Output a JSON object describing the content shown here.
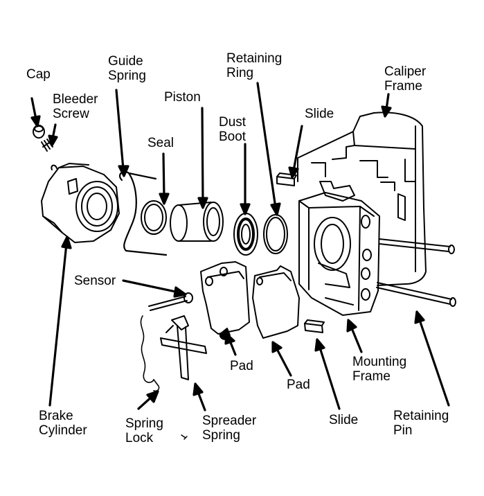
{
  "labels": {
    "cap": [
      "Cap"
    ],
    "bleeder_screw": [
      "Bleeder",
      "Screw"
    ],
    "guide_spring": [
      "Guide",
      "Spring"
    ],
    "seal": [
      "Seal"
    ],
    "piston": [
      "Piston"
    ],
    "retaining_ring": [
      "Retaining",
      "Ring"
    ],
    "dust_boot": [
      "Dust",
      "Boot"
    ],
    "slide_top": [
      "Slide"
    ],
    "caliper_frame": [
      "Caliper",
      "Frame"
    ],
    "sensor": [
      "Sensor"
    ],
    "pad_left": [
      "Pad"
    ],
    "pad_right": [
      "Pad"
    ],
    "mounting_frame": [
      "Mounting",
      "Frame"
    ],
    "brake_cylinder": [
      "Brake",
      "Cylinder"
    ],
    "spring_lock": [
      "Spring",
      "Lock"
    ],
    "spreader_spring": [
      "Spreader",
      "Spring"
    ],
    "slide_bottom": [
      "Slide"
    ],
    "retaining_pin": [
      "Retaining",
      "Pin"
    ]
  }
}
